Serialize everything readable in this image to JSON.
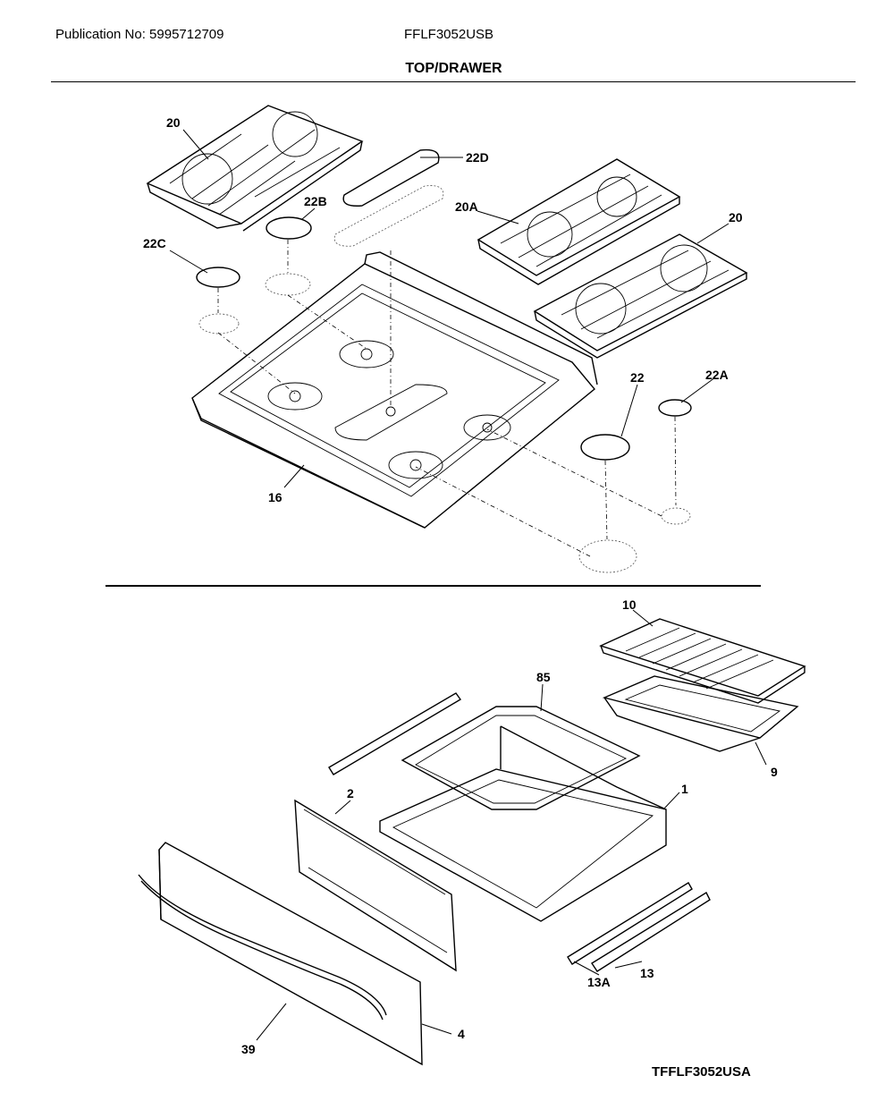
{
  "header": {
    "publication": "Publication No: 5995712709",
    "model": "FFLF3052USB",
    "section_title": "TOP/DRAWER"
  },
  "footer": {
    "code": "TFFLF3052USA"
  },
  "callouts": {
    "grate_left": "20",
    "grate_right": "20",
    "grate_center": "20A",
    "cap_22": "22",
    "cap_22a": "22A",
    "cap_22b": "22B",
    "cap_22c": "22C",
    "cap_22d": "22D",
    "cooktop": "16",
    "broiler_pan_insert": "10",
    "broiler_pan": "9",
    "drawer_glide_rack": "85",
    "drawer_body": "1",
    "drawer_back": "2",
    "drawer_front": "4",
    "drawer_handle": "39",
    "rail_13": "13",
    "rail_13a": "13A"
  }
}
